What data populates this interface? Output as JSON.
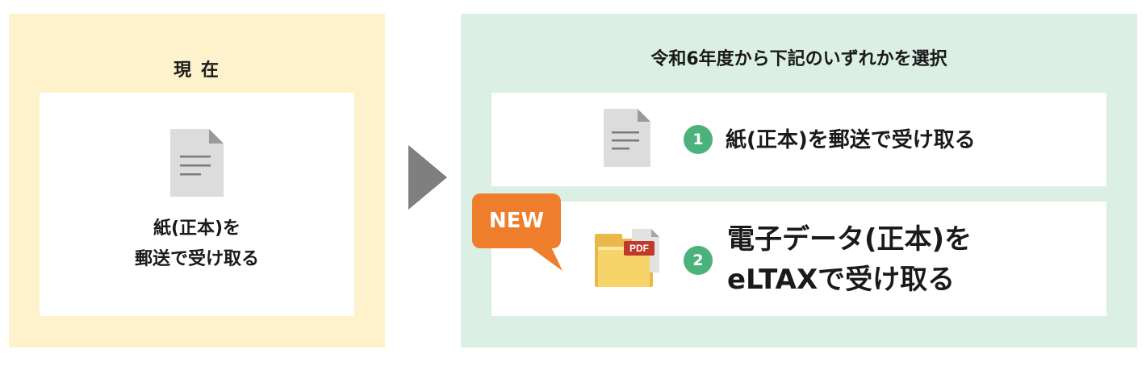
{
  "current": {
    "heading": "現 在",
    "card_line1": "紙(正本)を",
    "card_line2": "郵送で受け取る"
  },
  "future": {
    "heading": "令和6年度から下記のいずれかを選択",
    "options": [
      {
        "number": "1",
        "label": "紙(正本)を郵送で受け取る"
      },
      {
        "number": "2",
        "label_line1": "電子データ(正本)を",
        "label_line2": "eLTAXで受け取る"
      }
    ],
    "new_badge": "NEW",
    "pdf_tag": "PDF"
  },
  "colors": {
    "current_bg": "#fdf2cc",
    "future_bg": "#dcefe4",
    "badge_green": "#4bb37a",
    "new_orange": "#ee7d2c",
    "pdf_red": "#c0392b",
    "folder_yellow": "#f7d46a",
    "arrow_gray": "#7f7f7f"
  }
}
